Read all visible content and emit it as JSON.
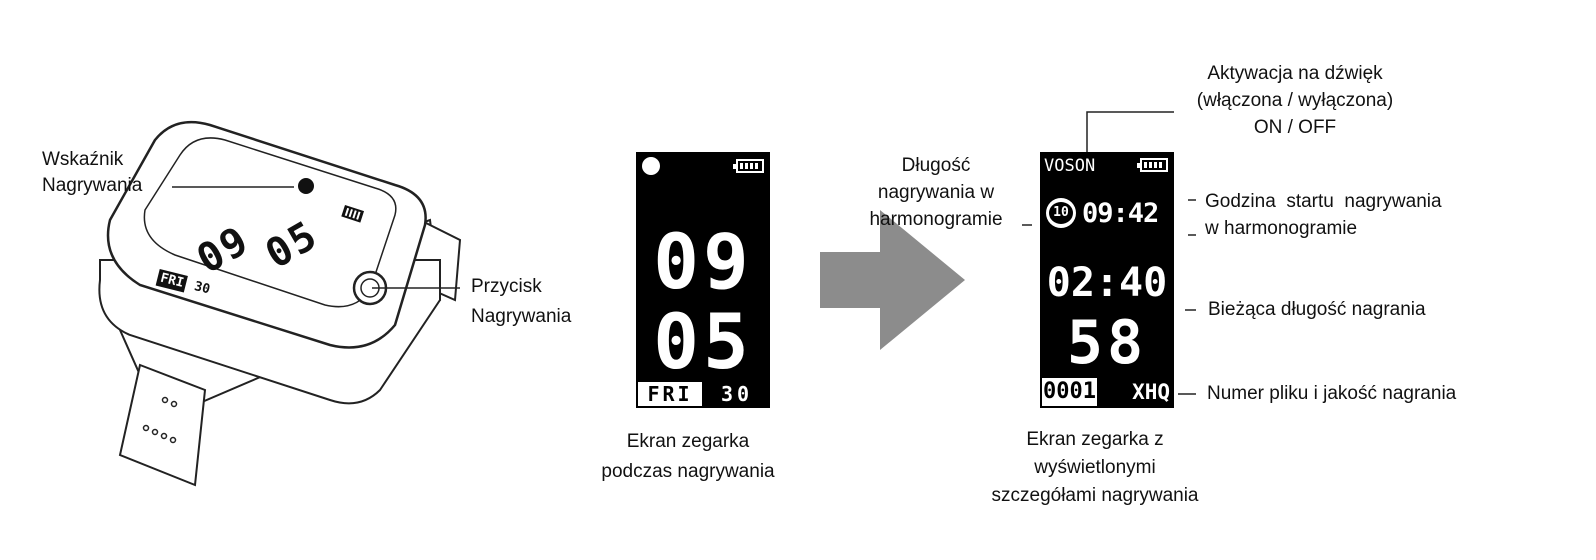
{
  "device": {
    "time_hour": "09",
    "time_minute": "05",
    "day": "FRI",
    "date": "30"
  },
  "labels": {
    "indicator_line1": "Wskaźnik",
    "indicator_line2": "Nagrywania",
    "button_line1": "Przycisk",
    "button_line2": "Nagrywania"
  },
  "screen_recording": {
    "hour": "09",
    "minute": "05",
    "day": "FRI",
    "date": "30",
    "caption_line1": "Ekran zegarka",
    "caption_line2": "podczas nagrywania"
  },
  "screen_details": {
    "vos_label": "VOS",
    "vos_state": "ON",
    "schedule_number": "10",
    "schedule_time": "09:42",
    "elapsed_mm_ss": "02:40",
    "elapsed_seconds": "58",
    "file_number": "0001",
    "quality": "XHQ",
    "caption_line1": "Ekran zegarka z",
    "caption_line2": "wyświetlonymi",
    "caption_line3": "szczegółami nagrywania"
  },
  "annotations": {
    "vos_line1": "Aktywacja na dźwięk",
    "vos_line2": "(włączona / wyłączona)",
    "vos_line3": "ON / OFF",
    "duration_line1": "Długość",
    "duration_line2": "nagrywania w",
    "duration_line3": "harmonogramie",
    "start_line1": "Godzina  startu  nagrywania",
    "start_line2": "w harmonogramie",
    "current_length": "Bieżąca długość nagrania",
    "file_quality": "Numer pliku i jakość nagrania"
  },
  "colors": {
    "arrow": "#8c8c8c",
    "screen": "#000000",
    "ink": "#111111"
  }
}
